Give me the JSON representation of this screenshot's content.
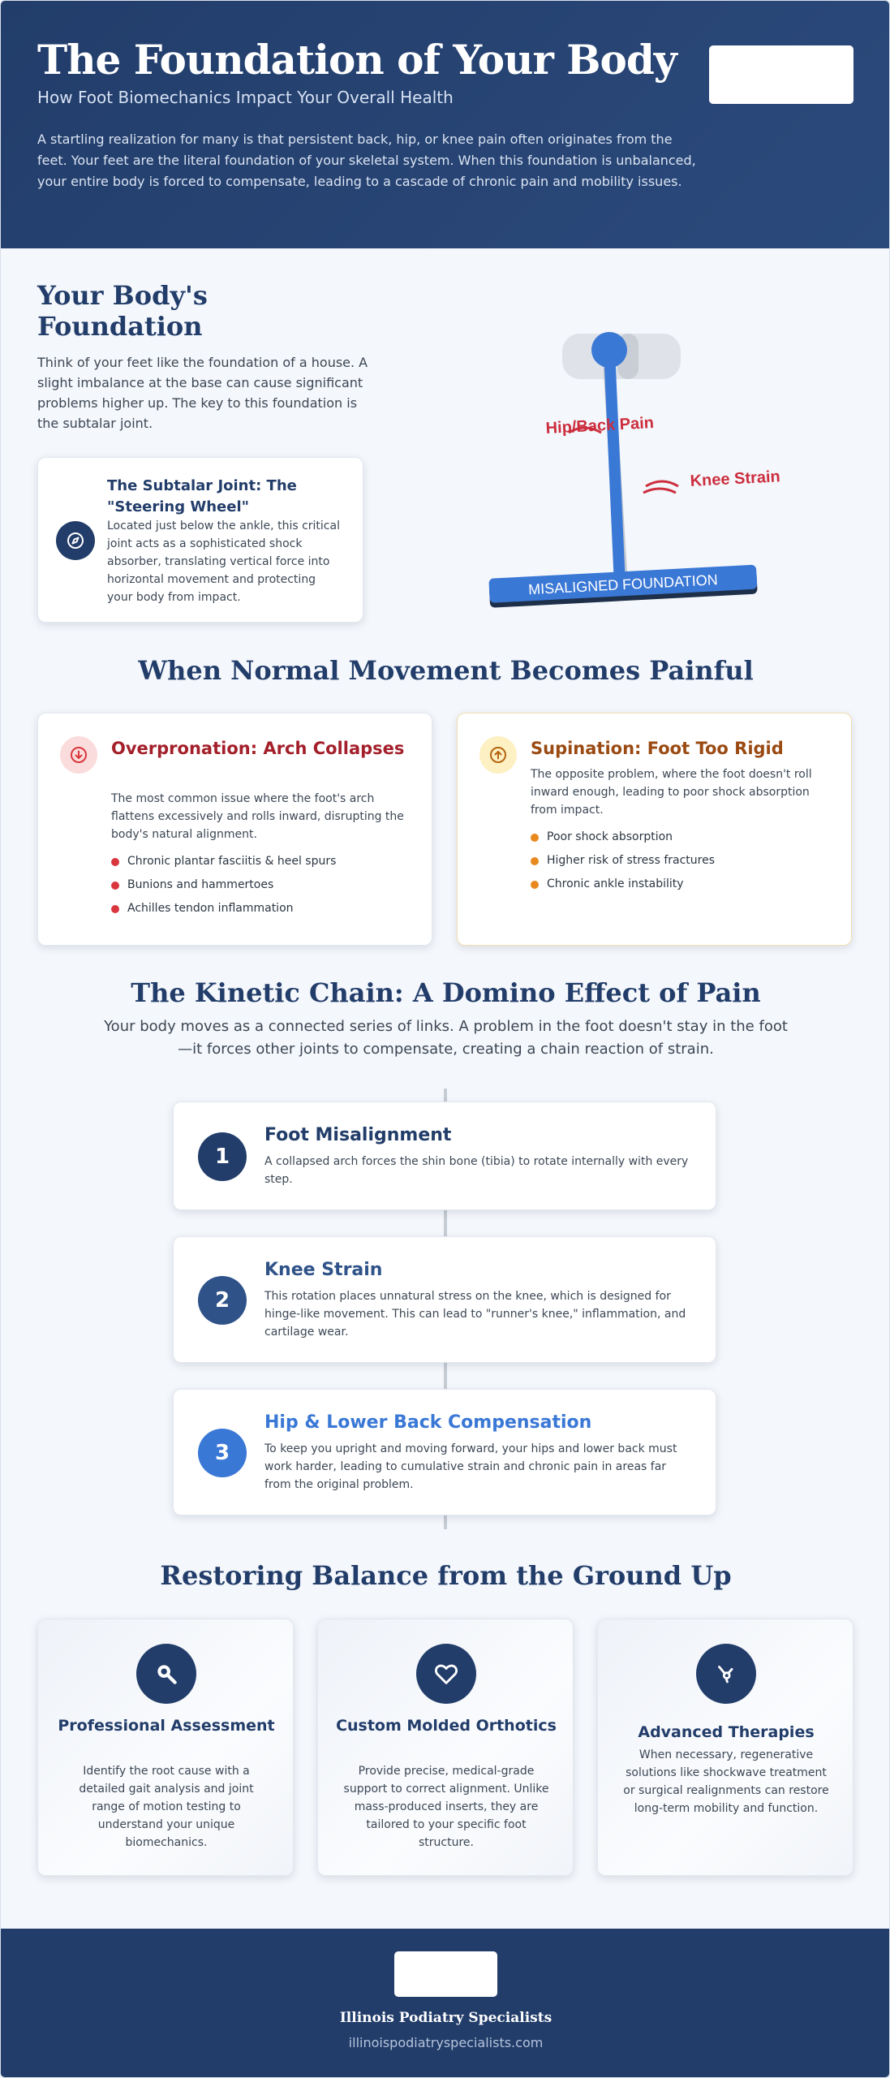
{
  "header": {
    "title": "The Foundation of Your Body",
    "subtitle": "How Foot Biomechanics Impact Your Overall Health",
    "intro": "A startling realization for many is that persistent back, hip, or knee pain often originates from the feet. Your feet are the literal foundation of your skeletal system. When this foundation is unbalanced, your entire body is forced to compensate, leading to a cascade of chronic pain and mobility issues."
  },
  "foundation": {
    "title": "Your Body's Foundation",
    "text": "Think of your feet like the foundation of a house. A slight imbalance at the base can cause significant problems higher up. The key to this foundation is the subtalar joint.",
    "card": {
      "icon": "compass-icon",
      "title": "The Subtalar Joint: The \"Steering Wheel\"",
      "text": "Located just below the ankle, this critical joint acts as a sophisticated shock absorber, translating vertical force into horizontal movement and protecting your body from impact."
    },
    "diagram": {
      "hip_label": "Hip/Back Pain",
      "knee_label": "Knee Strain",
      "base_label": "MISALIGNED FOUNDATION"
    }
  },
  "movement": {
    "title": "When Normal Movement Becomes Painful",
    "overpronation": {
      "icon": "arrow-down-circle-icon",
      "title": "Overpronation: Arch Collapses",
      "text": "The most common issue where the foot's arch flattens excessively and rolls inward, disrupting the body's natural alignment.",
      "bullets": [
        "Chronic plantar fasciitis & heel spurs",
        "Bunions and hammertoes",
        "Achilles tendon inflammation"
      ],
      "accent": "#a31f2a",
      "dot": "#d9363e"
    },
    "supination": {
      "icon": "arrow-up-circle-icon",
      "title": "Supination: Foot Too Rigid",
      "text": "The opposite problem, where the foot doesn't roll inward enough, leading to poor shock absorption from impact.",
      "bullets": [
        "Poor shock absorption",
        "Higher risk of stress fractures",
        "Chronic ankle instability"
      ],
      "accent": "#9a4a12",
      "dot": "#e8891f"
    }
  },
  "kinetic": {
    "title": "The Kinetic Chain: A Domino Effect of Pain",
    "text": "Your body moves as a connected series of links. A problem in the foot doesn't stay in the foot—it forces other joints to compensate, creating a chain reaction of strain.",
    "steps": [
      {
        "number": "1",
        "title": "Foot Misalignment",
        "text": "A collapsed arch forces the shin bone (tibia) to rotate internally with every step.",
        "color": "#223d6a"
      },
      {
        "number": "2",
        "title": "Knee Strain",
        "text": "This rotation places unnatural stress on the knee, which is designed for hinge-like movement. This can lead to \"runner's knee,\" inflammation, and cartilage wear.",
        "color": "#2f5389"
      },
      {
        "number": "3",
        "title": "Hip & Lower Back Compensation",
        "text": "To keep you upright and moving forward, your hips and lower back must work harder, leading to cumulative strain and chronic pain in areas far from the original problem.",
        "color": "#3a78d6"
      }
    ]
  },
  "restoring": {
    "title": "Restoring Balance from the Ground Up",
    "cards": [
      {
        "icon": "search-icon",
        "title": "Professional Assessment",
        "text": "Identify the root cause with a detailed gait analysis and joint range of motion testing to understand your unique biomechanics."
      },
      {
        "icon": "heart-icon",
        "title": "Custom Molded Orthotics",
        "text": "Provide precise, medical-grade support to correct alignment. Unlike mass-produced inserts, they are tailored to your specific foot structure."
      },
      {
        "icon": "therapy-device-icon",
        "title": "Advanced Therapies",
        "text": "When necessary, regenerative solutions like shockwave treatment or surgical realignments can restore long-term mobility and function."
      }
    ]
  },
  "footer": {
    "name": "Illinois Podiatry Specialists",
    "website": "illinoispodiatryspecialists.com"
  },
  "colors": {
    "navy": "#223d6a",
    "blue": "#3a78d6",
    "red": "#d9363e",
    "orange": "#e8891f"
  }
}
